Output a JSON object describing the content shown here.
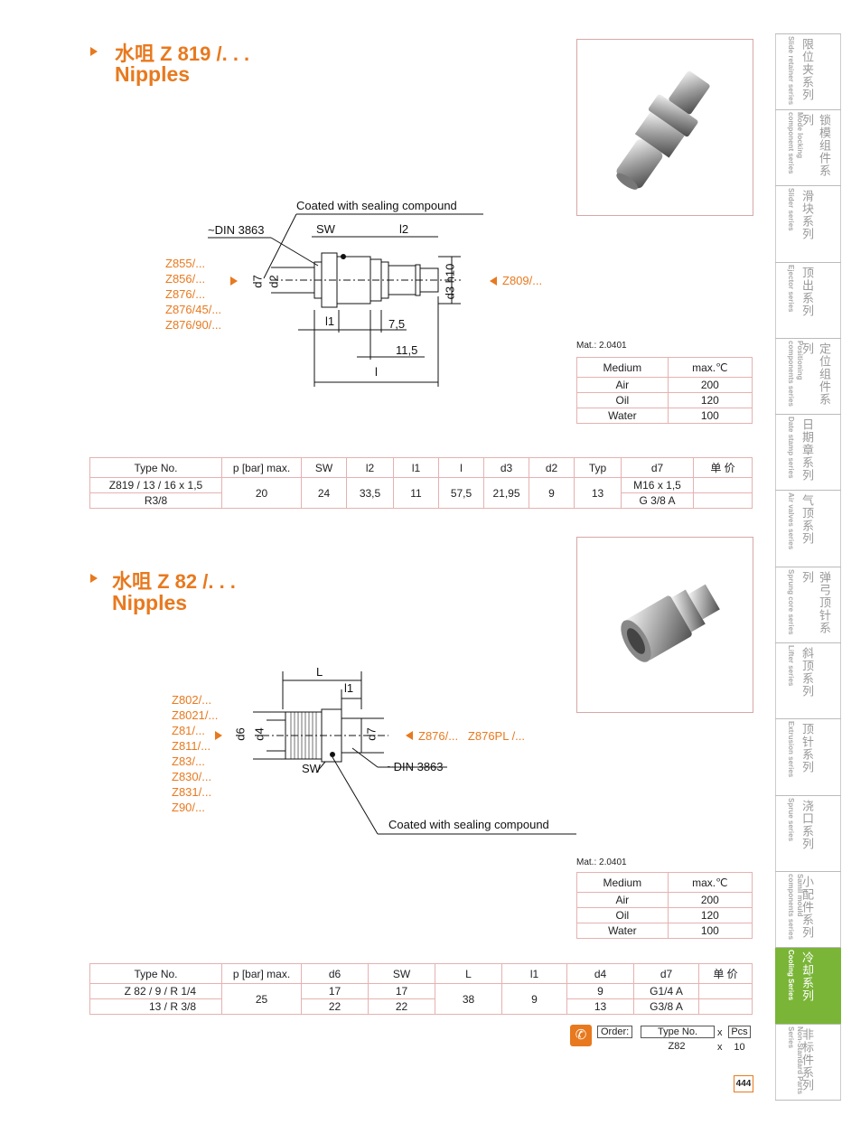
{
  "section1": {
    "title_cn": "水咀 Z 819 /. . .",
    "title_en": "Nipples",
    "diagram": {
      "coated": "Coated with sealing compound",
      "din": "~DIN 3863",
      "sw": "SW",
      "l2": "l2",
      "d7": "d7",
      "d2": "d2",
      "d3": "d3 h10",
      "l1": "l1",
      "v75": "7,5",
      "v115": "11,5",
      "l": "l",
      "left_refs": [
        "Z855/...",
        "Z856/...",
        "Z876/...",
        "Z876/45/...",
        "Z876/90/..."
      ],
      "right_ref": "Z809/..."
    },
    "mat": "Mat.: 2.0401",
    "medium": {
      "headers": [
        "Medium",
        "max.℃"
      ],
      "rows": [
        [
          "Air",
          "200"
        ],
        [
          "Oil",
          "120"
        ],
        [
          "Water",
          "100"
        ]
      ]
    },
    "table": {
      "headers": [
        "Type No.",
        "p [bar] max.",
        "SW",
        "l2",
        "l1",
        "l",
        "d3",
        "d2",
        "Typ",
        "d7",
        "单 价"
      ],
      "type1": "Z819 / 13 / 16 x 1,5",
      "type2": "R3/8",
      "p": "20",
      "sw": "24",
      "l2": "33,5",
      "l1": "11",
      "l": "57,5",
      "d3": "21,95",
      "d2": "9",
      "typ": "13",
      "d7a": "M16 x 1,5",
      "d7b": "G 3/8 A"
    }
  },
  "section2": {
    "title_cn": "水咀 Z 82 /. . .",
    "title_en": "Nipples",
    "diagram": {
      "L": "L",
      "l1": "l1",
      "d6": "d6",
      "d4": "d4",
      "d7": "d7",
      "sw": "SW",
      "din": "~DIN 3863",
      "coated": "Coated with sealing compound",
      "left_refs": [
        "Z802/...",
        "Z8021/...",
        "Z81/...",
        "Z811/...",
        "Z83/...",
        "Z830/...",
        "Z831/...",
        "Z90/..."
      ],
      "right_ref": "Z876/...   Z876PL /..."
    },
    "mat": "Mat.: 2.0401",
    "medium": {
      "headers": [
        "Medium",
        "max.℃"
      ],
      "rows": [
        [
          "Air",
          "200"
        ],
        [
          "Oil",
          "120"
        ],
        [
          "Water",
          "100"
        ]
      ]
    },
    "table": {
      "headers": [
        "Type No.",
        "p [bar] max.",
        "d6",
        "SW",
        "L",
        "l1",
        "d4",
        "d7",
        "单 价"
      ],
      "rows": [
        {
          "type": "Z 82 / 9 / R 1/4",
          "d6": "17",
          "sw": "17",
          "d4": "9",
          "d7": "G1/4 A"
        },
        {
          "type": "13 / R 3/8",
          "d6": "22",
          "sw": "22",
          "d4": "13",
          "d7": "G3/8 A"
        }
      ],
      "p": "25",
      "L": "38",
      "l1": "9"
    },
    "order": {
      "label": "Order:",
      "type_header": "Type No.",
      "x": "x",
      "pcs": "Pcs",
      "type_value": "Z82",
      "qty": "10"
    }
  },
  "page_number": "444",
  "sidebar": [
    {
      "cn": "限位夹系列",
      "en": "Slide retainer series"
    },
    {
      "cn": "锁模组件系列",
      "en": "Mode locking component series"
    },
    {
      "cn": "滑块系列",
      "en": "Slider series"
    },
    {
      "cn": "顶出系列",
      "en": "Ejector series"
    },
    {
      "cn": "定位组件系列",
      "en": "Positioning components series"
    },
    {
      "cn": "日期章系列",
      "en": "Date stamp series"
    },
    {
      "cn": "气顶系列",
      "en": "Air valves series"
    },
    {
      "cn": "弹弓顶针系列",
      "en": "Sprung core series"
    },
    {
      "cn": "斜顶系列",
      "en": "Lifter series"
    },
    {
      "cn": "顶针系列",
      "en": "Extrusion series"
    },
    {
      "cn": "浇口系列",
      "en": "Sprue series"
    },
    {
      "cn": "小配件系列",
      "en": "Samll mould components series"
    },
    {
      "cn": "冷却系列",
      "en": "Cooling Series"
    },
    {
      "cn": "非标件系列",
      "en": "Non-Standard Parts Series"
    }
  ],
  "colors": {
    "accent": "#e8791e",
    "sidebar_active": "#7ab537",
    "table_border": "#e6b1b1"
  }
}
